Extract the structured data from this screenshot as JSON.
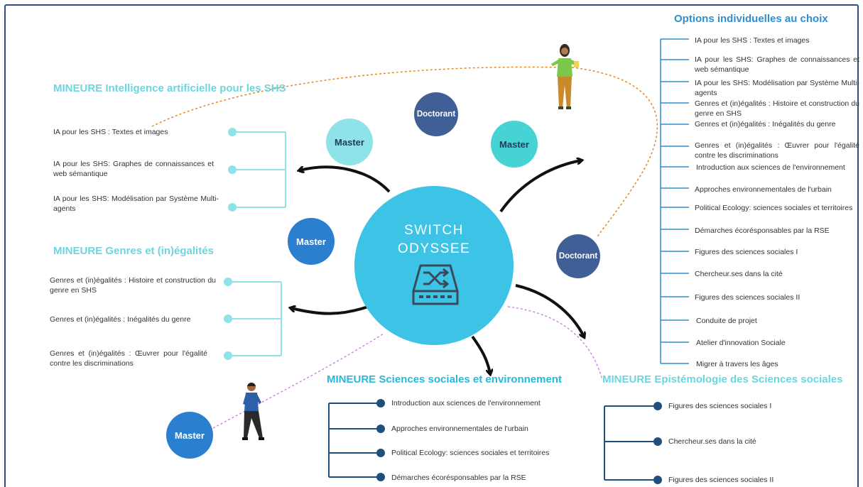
{
  "colors": {
    "frame": "#2b4f7e",
    "teal": "#6dd5e0",
    "hub": "#3cc3e6",
    "master_light": "#8ee3e8",
    "master_mid": "#47d3d3",
    "master_blue": "#2a7fcf",
    "doctorant": "#3f5f96",
    "navy": "#1f4f7e",
    "list_blue": "#2f8ed0"
  },
  "hub": {
    "line1": "SWITCH",
    "line2": "ODYSSEE",
    "icon": "switch-shuffle-icon"
  },
  "nodes": {
    "master_top_left": "Master",
    "doctorant_top": "Doctorant",
    "master_top_right": "Master",
    "master_left": "Master",
    "doctorant_right": "Doctorant",
    "master_bottom": "Master"
  },
  "mineure_ia": {
    "title": "MINEURE Intelligence artificielle pour les SHS",
    "items": [
      "IA pour les SHS : Textes et images",
      "IA pour les SHS: Graphes de connaissances et web sémantique",
      "IA pour les SHS: Modélisation par Système Multi-agents"
    ]
  },
  "mineure_genres": {
    "title": "MINEURE Genres et (in)égalités",
    "items": [
      "Genres et (in)égalités : Histoire et construction du genre en SHS",
      "Genres et (in)égalités : Inégalités du genre",
      "Genres et (in)égalités : Œuvrer pour l'égalité contre les discriminations"
    ]
  },
  "mineure_env": {
    "title": "MINEURE Sciences sociales et environnement",
    "items": [
      "Introduction aux sciences de l'environnement",
      "Approches environnementales de l'urbain",
      "Political Ecology: sciences sociales et territoires",
      "Démarches écorésponsables par la RSE"
    ]
  },
  "mineure_epist": {
    "title": "MINEURE Epistémologie des Sciences sociales",
    "items": [
      "Figures des sciences sociales I",
      "Chercheur.ses dans la cité",
      "Figures des sciences sociales II"
    ]
  },
  "options": {
    "title": "Options individuelles au choix",
    "items": [
      "IA pour les SHS : Textes et images",
      "IA pour les SHS: Graphes de connaissances et web sémantique",
      "IA pour les SHS: Modélisation par Système Multi-agents",
      "Genres et (in)égalités : Histoire et construction du genre en SHS",
      "Genres et (in)égalités : Inégalités du genre",
      "Genres et (in)égalités : Œuvrer pour l'égalité contre les discriminations",
      "Introduction aux sciences de l'environnement",
      "Approches environnementales de l'urbain",
      "Political Ecology: sciences sociales et territoires",
      "Démarches écorésponsables par la RSE",
      "Figures des sciences sociales I",
      "Chercheur.ses dans la cité",
      "Figures des sciences sociales II",
      "Conduite de projet",
      "Atelier d'innovation Sociale",
      "Migrer à travers les âges"
    ]
  }
}
